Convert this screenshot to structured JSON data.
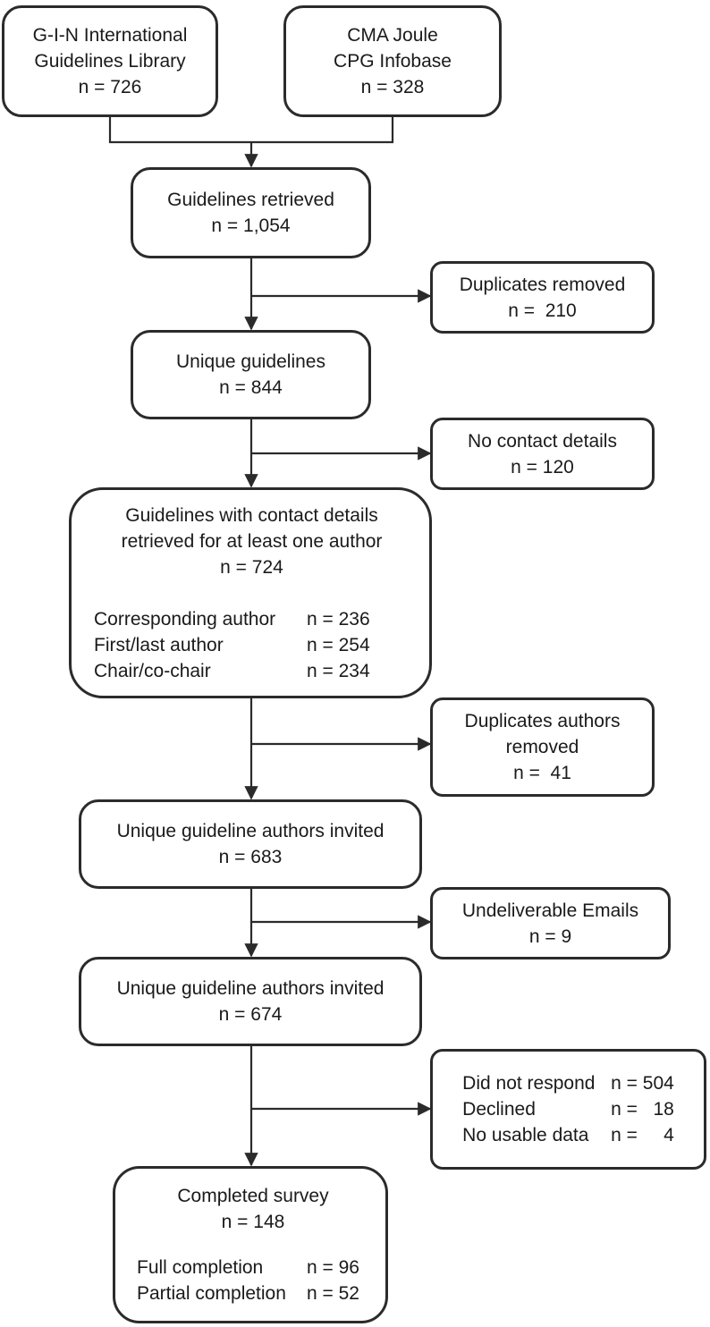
{
  "sources": {
    "gin": [
      "G-I-N International",
      "Guidelines Library",
      "n = 726"
    ],
    "cma": [
      "CMA Joule",
      "CPG Infobase",
      "n = 328"
    ]
  },
  "retrieved": [
    "Guidelines retrieved",
    "n = 1,054"
  ],
  "dup_removed": [
    "Duplicates removed",
    "n =  210"
  ],
  "unique": [
    "Unique guidelines",
    "n = 844"
  ],
  "no_contact": [
    "No contact details",
    "n = 120"
  ],
  "with_contact": {
    "lines": [
      "Guidelines with contact details",
      "retrieved for at least one author",
      "n = 724"
    ],
    "breakdown": [
      {
        "label": "Corresponding author",
        "value": "n = 236"
      },
      {
        "label": "First/last author",
        "value": "n = 254"
      },
      {
        "label": "Chair/co-chair",
        "value": "n = 234"
      }
    ]
  },
  "dup_authors": [
    "Duplicates authors",
    "removed",
    "n =  41"
  ],
  "invited1": [
    "Unique guideline authors invited",
    "n = 683"
  ],
  "undeliverable": [
    "Undeliverable Emails",
    "n = 9"
  ],
  "invited2": [
    "Unique guideline authors invited",
    "n = 674"
  ],
  "nonresponse": [
    {
      "label": "Did not respond",
      "value": "n = 504"
    },
    {
      "label": "Declined",
      "value": "n =   18"
    },
    {
      "label": "No usable data",
      "value": "n =     4"
    }
  ],
  "completed": {
    "lines": [
      "Completed survey",
      "n = 148"
    ],
    "breakdown": [
      {
        "label": "Full completion",
        "value": "n = 96"
      },
      {
        "label": "Partial completion",
        "value": "n = 52"
      }
    ]
  }
}
